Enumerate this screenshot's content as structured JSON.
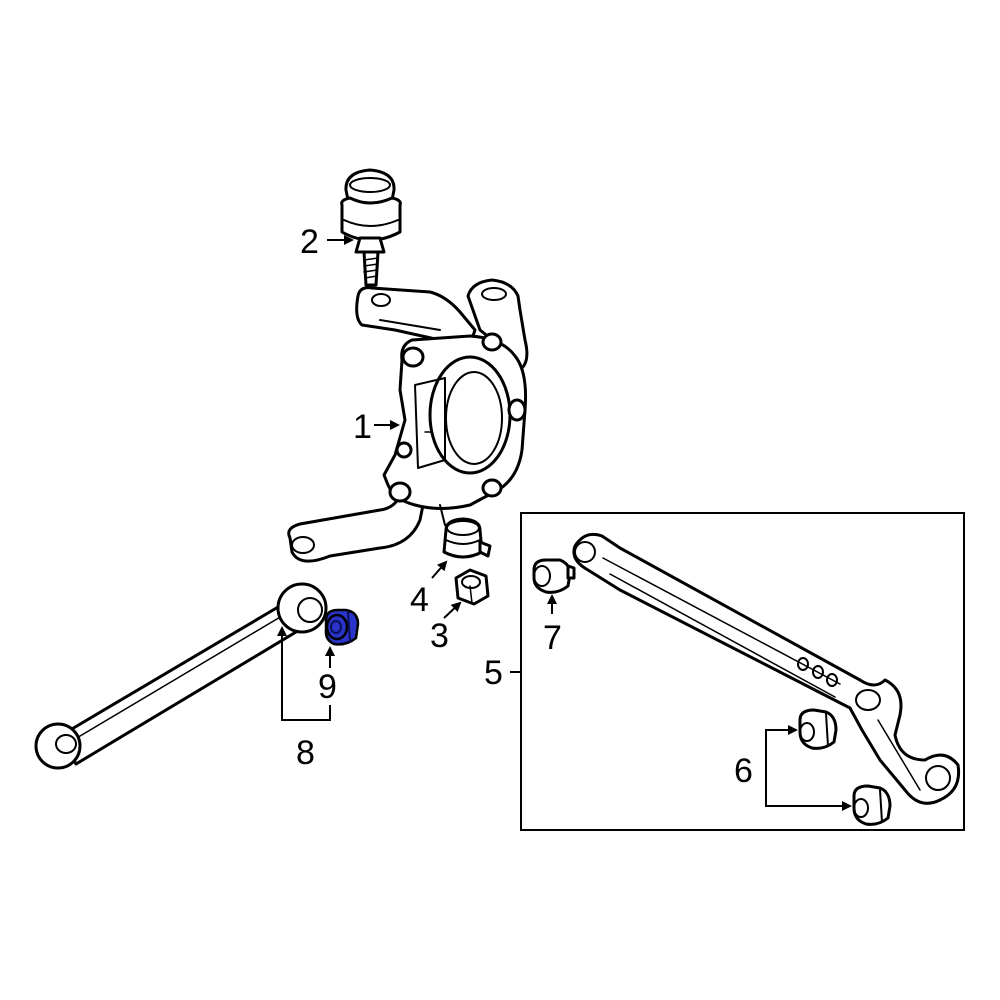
{
  "callouts": {
    "c1": "1",
    "c2": "2",
    "c3": "3",
    "c4": "4",
    "c5": "5",
    "c6": "6",
    "c7": "7",
    "c8": "8",
    "c9": "9"
  },
  "colors": {
    "highlight": "#2a34c8",
    "line": "#000000",
    "background": "#ffffff"
  },
  "highlighted_part": "9"
}
